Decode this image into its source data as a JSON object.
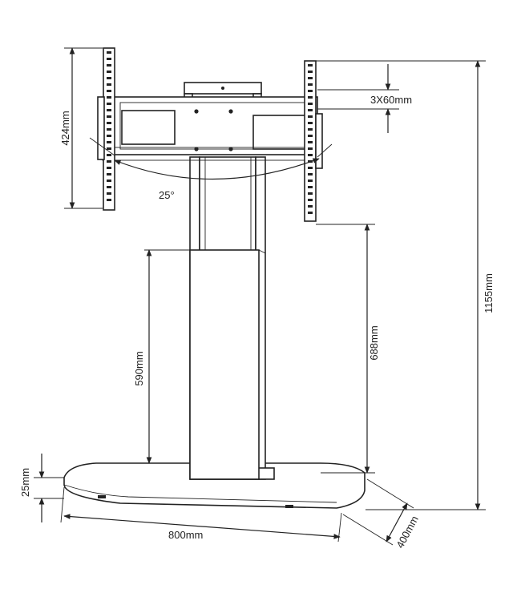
{
  "dimensions": {
    "height_424": "424mm",
    "angle_25": "25°",
    "spacing_3x60": "3X60mm",
    "total_1155": "1155mm",
    "upper_688": "688mm",
    "column_590": "590mm",
    "base_25": "25mm",
    "width_800": "800mm",
    "depth_400": "400mm"
  },
  "colors": {
    "line": "#222222",
    "background": "#ffffff"
  }
}
